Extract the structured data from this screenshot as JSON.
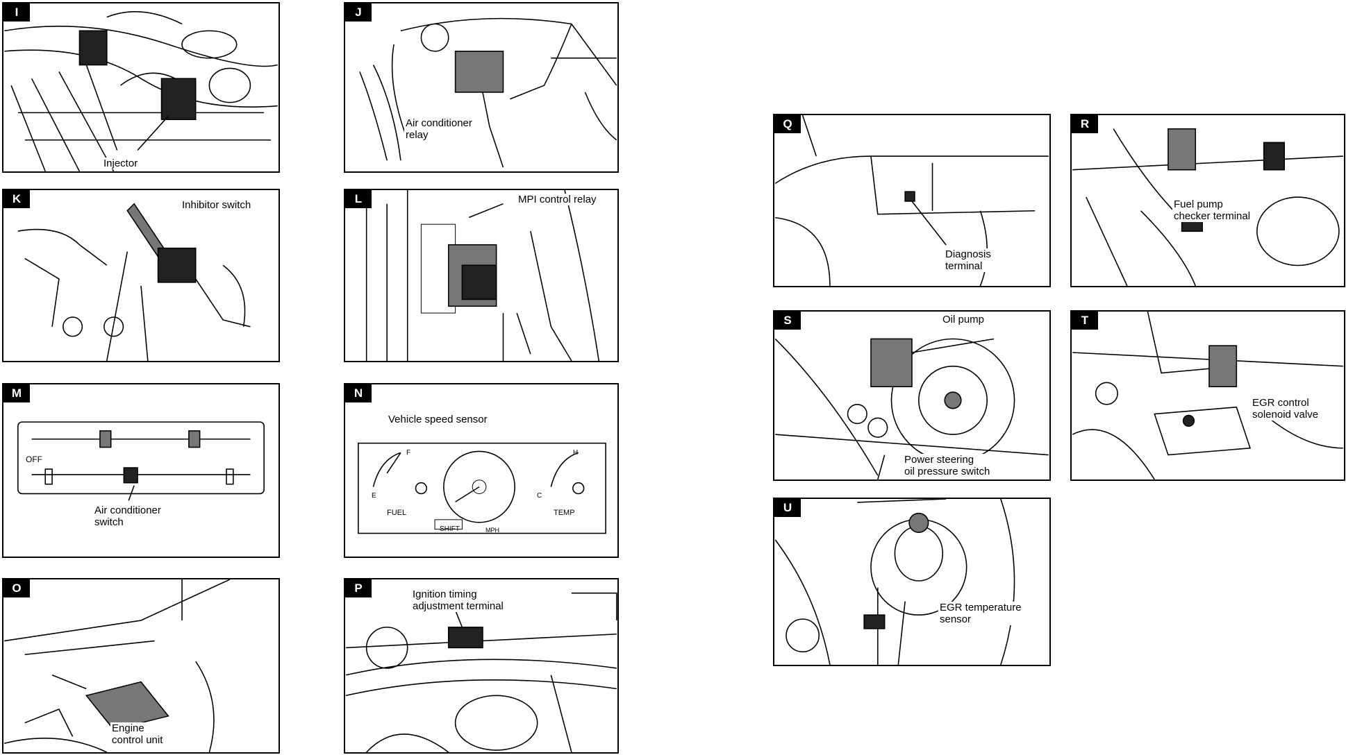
{
  "panels": {
    "I": {
      "letter": "I",
      "labels": [
        "Injector"
      ]
    },
    "J": {
      "letter": "J",
      "labels": [
        "Air conditioner",
        "relay"
      ]
    },
    "K": {
      "letter": "K",
      "labels": [
        "Inhibitor switch"
      ]
    },
    "L": {
      "letter": "L",
      "labels": [
        "MPI control relay"
      ]
    },
    "M": {
      "letter": "M",
      "labels": [
        "Air conditioner",
        "switch"
      ],
      "panel_text": "OFF"
    },
    "N": {
      "letter": "N",
      "labels": [
        "Vehicle speed sensor"
      ],
      "gauge_text": [
        "FUEL",
        "TEMP",
        "SHIFT",
        "E",
        "F",
        "C",
        "H",
        "MPH"
      ]
    },
    "O": {
      "letter": "O",
      "labels": [
        "Engine",
        "control unit"
      ]
    },
    "P": {
      "letter": "P",
      "labels": [
        "Ignition timing",
        "adjustment terminal"
      ]
    },
    "Q": {
      "letter": "Q",
      "labels": [
        "Diagnosis",
        "terminal"
      ]
    },
    "R": {
      "letter": "R",
      "labels": [
        "Fuel pump",
        "checker terminal"
      ]
    },
    "S": {
      "letter": "S",
      "labels": [
        "Oil pump",
        "Power steering",
        "oil pressure switch"
      ]
    },
    "T": {
      "letter": "T",
      "labels": [
        "EGR control",
        "solenoid valve"
      ]
    },
    "U": {
      "letter": "U",
      "labels": [
        "EGR temperature",
        "sensor"
      ]
    }
  }
}
